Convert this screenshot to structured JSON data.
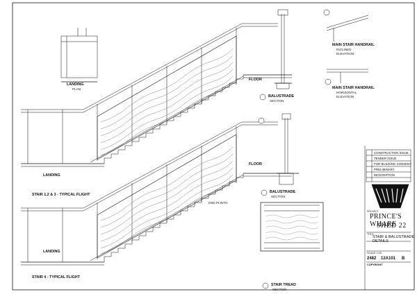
{
  "labels": {
    "landing_plan": "LANDING",
    "plan": "PLAN",
    "floor_top": "FLOOR",
    "landing_mid": "LANDING",
    "stair_123": "STAIR 1,2 & 3 - TYPICAL FLIGHT",
    "floor_mid": "FLOOR",
    "landing_bottom": "LANDING",
    "stair_4": "STAIR 4 - TYPICAL FLIGHT",
    "balustrade_section_1": "BALUSTRADE",
    "section_1": "SECTION",
    "main_stair_handrail_inclined": "MAIN STAIR HANDRAIL",
    "inclined": "INCLINED",
    "elevation_1": "ELEVATION",
    "main_stair_handrail_horizontal": "MAIN STAIR HANDRAIL",
    "horizontal": "HORIZONTAL",
    "elevation_2": "ELEVATION",
    "balustrade_section_2": "BALUSTRADE",
    "section_2": "SECTION",
    "stair_tread": "STAIR TREAD",
    "section_3": "SECTION",
    "end_plinth": "END PLINTH"
  },
  "title_block": {
    "project_label": "PROJECT",
    "project_name": "PRINCE'S WHARF",
    "shed": "SHED 22",
    "title_label": "TITLE",
    "drawing_title_1": "STAIR & BALUSTRADE",
    "drawing_title_2": "DETAILS",
    "drawing_number": "2482",
    "sheet_number": "12A101",
    "revision": "B",
    "scale_label": "SCALE 1:20",
    "copyright": "COPYRIGHT"
  },
  "issue_rows": [
    "CONSTRUCTION ISSUE",
    "TENDER ISSUE",
    "FOR BUILDING CONSENT",
    "PRELIMINARY",
    "DESCRIPTION"
  ]
}
